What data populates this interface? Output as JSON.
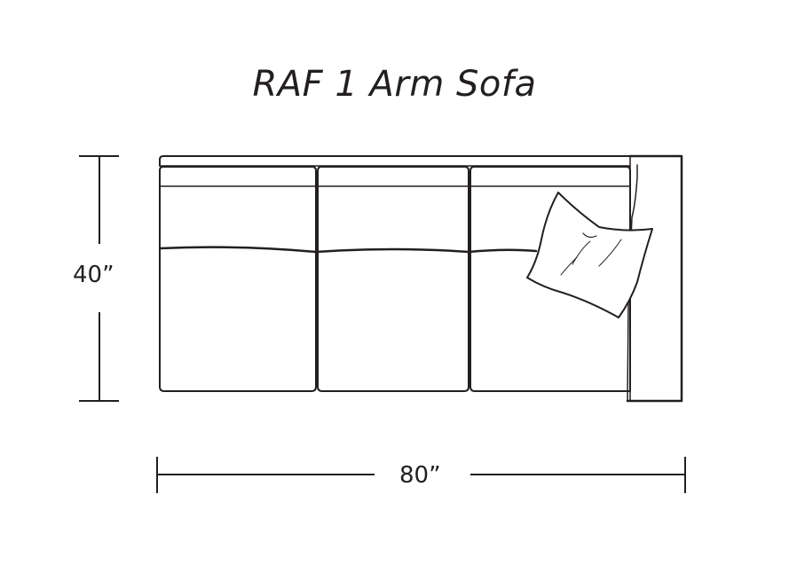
{
  "title": "RAF 1 Arm Sofa",
  "dimensions": {
    "depth": "40”",
    "width": "80”"
  },
  "colors": {
    "ink": "#231f20",
    "background": "#ffffff"
  }
}
